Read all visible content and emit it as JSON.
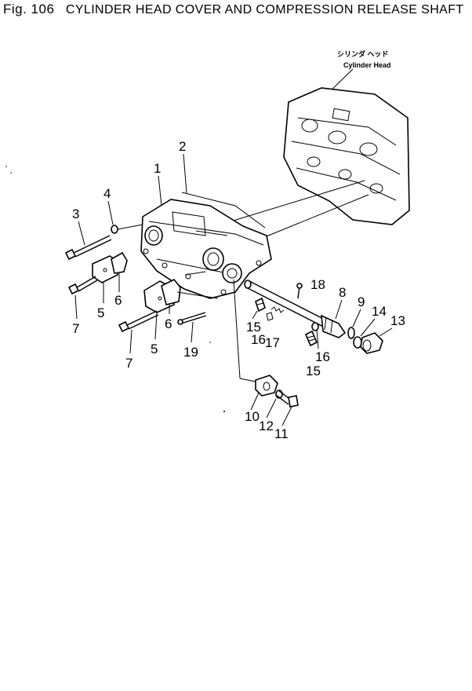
{
  "header": {
    "figure_number": "Fig. 106",
    "title": "CYLINDER HEAD COVER AND COMPRESSION RELEASE SHAFT"
  },
  "label": {
    "japanese": "シリンダ ヘッド",
    "english": "Cylinder Head"
  },
  "callouts": [
    "1",
    "2",
    "3",
    "4",
    "5",
    "6",
    "7",
    "5",
    "6",
    "7",
    "19",
    "8",
    "18",
    "9",
    "14",
    "13",
    "15",
    "16",
    "17",
    "16",
    "15",
    "10",
    "12",
    "11"
  ]
}
